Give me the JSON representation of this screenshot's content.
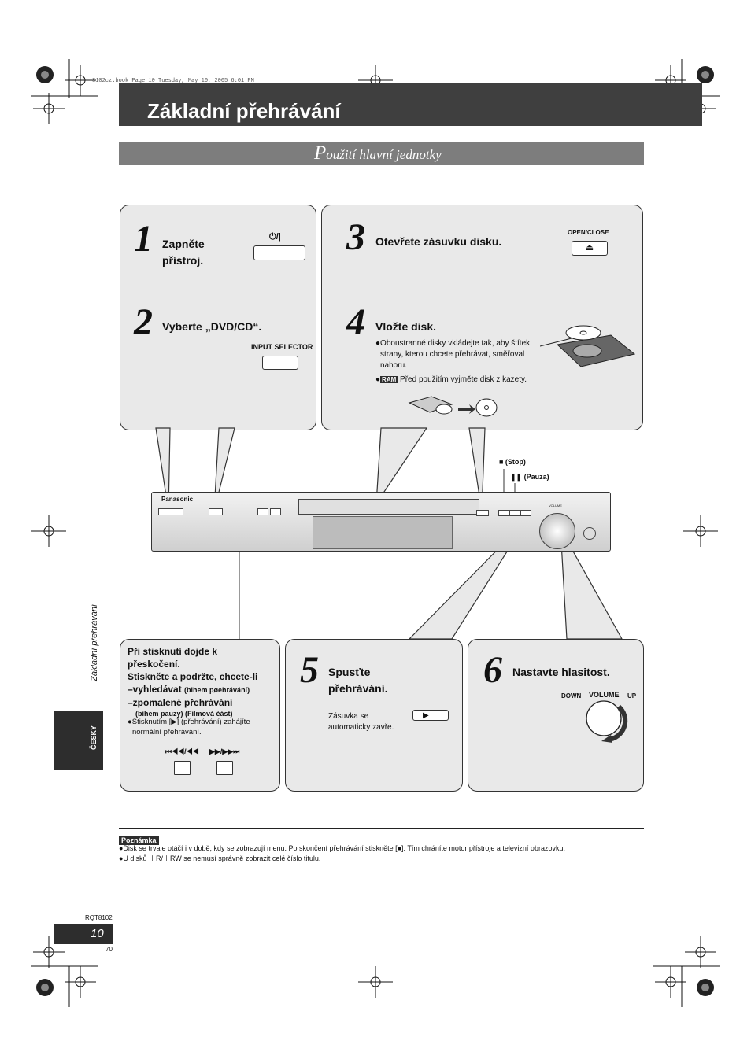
{
  "file_line": "8102cz.book  Page 10  Tuesday, May 10, 2005  6:01 PM",
  "header": {
    "title": "Základní přehrávání"
  },
  "section": {
    "title_cap": "P",
    "title_rest": "oužití hlavní jednotky"
  },
  "steps": {
    "s1": {
      "number": "1",
      "label_line1": "Zapněte",
      "label_line2": "přístroj.",
      "button_label": "⏻/|"
    },
    "s2": {
      "number": "2",
      "label": "Vyberte „DVD/CD“.",
      "button_label": "INPUT SELECTOR"
    },
    "s3": {
      "number": "3",
      "label": "Otevřete zásuvku disku.",
      "button_label": "OPEN/CLOSE",
      "button_symbol": "⏏"
    },
    "s4": {
      "number": "4",
      "label": "Vložte disk.",
      "bullet1_line1": "●Oboustranné disky vkládejte tak, aby štítek",
      "bullet1_line2": "strany, kterou chcete přehrávat, směřoval",
      "bullet1_line3": "nahoru.",
      "bullet2_prefix": "●",
      "bullet2_badge": "RAM",
      "bullet2_text": "Před použitím vyjměte disk z kazety."
    },
    "s5": {
      "number": "5",
      "label_line1": "Spusťte",
      "label_line2": "přehrávání.",
      "note_line1": "Zásuvka se",
      "note_line2": "automaticky zavře.",
      "button_symbol": "▶"
    },
    "s6": {
      "number": "6",
      "label": "Nastavte hlasitost.",
      "down_label": "DOWN",
      "volume_label": "VOLUME",
      "up_label": "UP"
    }
  },
  "skip_panel": {
    "line1": "Při stisknutí dojde k",
    "line2": "přeskočení.",
    "line3": "Stiskněte a podržte, chcete-li",
    "line4_bold": "–vyhledávat ",
    "line4_small": "(bihem pøehrávání)",
    "line5": "–zpomalené přehrávání",
    "line6": "(bihem pauzy) (Filmová èást)",
    "bullet_line1": "●Stisknutím [▶] (přehrávání) zahájíte",
    "bullet_line2": "normální přehrávání.",
    "btn_left_label": "⏮◀◀/◀◀",
    "btn_right_label": "▶▶/▶▶⏭"
  },
  "callouts": {
    "stop": "■ (Stop)",
    "pause": "❚❚ (Pauza)"
  },
  "device": {
    "brand": "Panasonic",
    "volume": "VOLUME"
  },
  "side": {
    "caption": "Základní přehrávání",
    "language": "ČESKY"
  },
  "notes": {
    "label": "Poznámka",
    "line1": "●Disk se trvale otáčí i v době, kdy se zobrazují menu. Po skončení přehrávání stiskněte [■]. Tím chráníte motor přístroje a televizní obrazovku.",
    "line2": "●U disků ＋R/＋RW se nemusí správně zobrazit celé číslo titulu."
  },
  "footer": {
    "model": "RQT8102",
    "page": "10",
    "sub_page": "70"
  },
  "colors": {
    "header_bg": "#3f3f3f",
    "subheader_bg": "#7d7d7d",
    "panel_bg": "#e9e9e9"
  }
}
